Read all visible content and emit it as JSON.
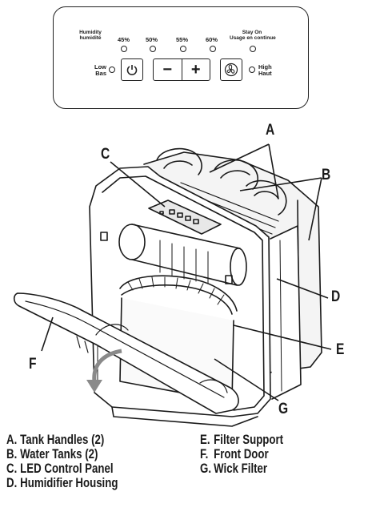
{
  "panel": {
    "humidity_en": "Humidity",
    "humidity_fr": "humidité",
    "levels": [
      "45%",
      "50%",
      "55%",
      "60%"
    ],
    "stay_on_en": "Stay On",
    "stay_on_fr": "Usage en continue",
    "low_en": "Low",
    "low_fr": "Bas",
    "high_en": "High",
    "high_fr": "Haut",
    "minus": "−",
    "plus": "+"
  },
  "callouts": [
    "A",
    "B",
    "C",
    "D",
    "E",
    "F",
    "G"
  ],
  "legend": [
    {
      "letter": "A.",
      "text": "Tank Handles (2)"
    },
    {
      "letter": "B.",
      "text": "Water Tanks (2)"
    },
    {
      "letter": "C.",
      "text": "LED Control Panel"
    },
    {
      "letter": "D.",
      "text": "Humidifier Housing"
    },
    {
      "letter": "E.",
      "text": "Filter Support"
    },
    {
      "letter": "F.",
      "text": "Front Door"
    },
    {
      "letter": "G.",
      "text": "Wick Filter"
    }
  ]
}
